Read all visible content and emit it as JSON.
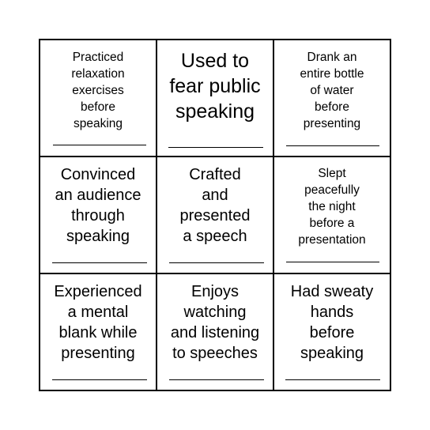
{
  "board": {
    "cells": [
      {
        "text": "Practiced\nrelaxation\nexercises\nbefore\nspeaking"
      },
      {
        "text": "Used to\nfear public\nspeaking"
      },
      {
        "text": "Drank an\nentire bottle\nof water\nbefore\npresenting"
      },
      {
        "text": "Convinced\nan audience\nthrough\nspeaking"
      },
      {
        "text": "Crafted\nand\npresented\na speech"
      },
      {
        "text": "Slept\npeacefully\nthe night\nbefore a\npresentation"
      },
      {
        "text": "Experienced\na mental\nblank while\npresenting"
      },
      {
        "text": "Enjoys\nwatching\nand listening\nto speeches"
      },
      {
        "text": "Had sweaty\nhands\nbefore\nspeaking"
      }
    ]
  }
}
